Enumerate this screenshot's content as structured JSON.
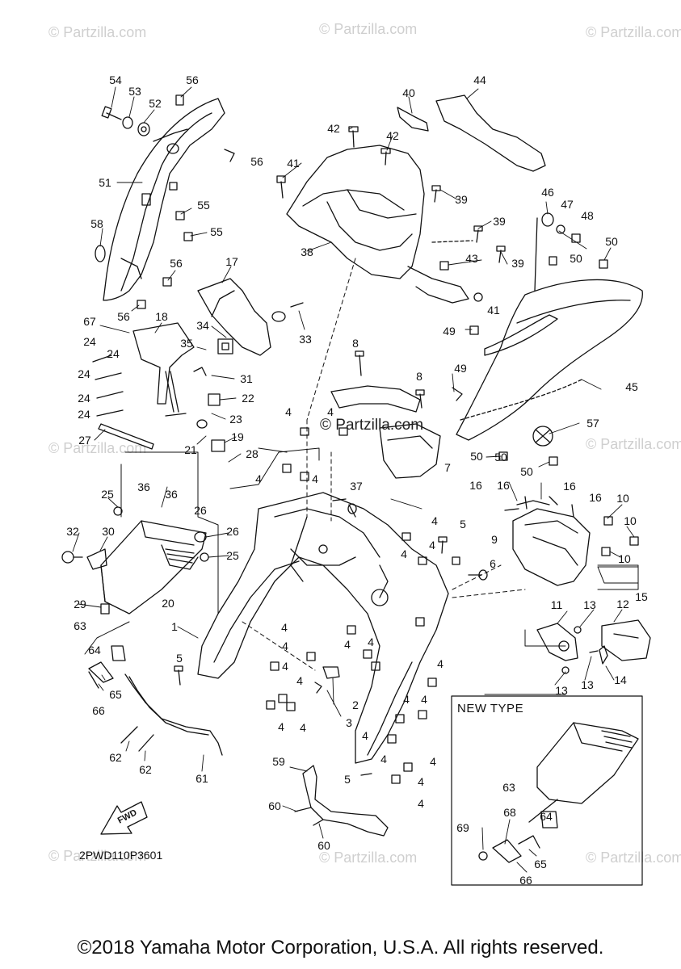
{
  "watermark_text": "© Partzilla.com",
  "center_watermark": "© Partzilla.com",
  "diagram_code": "2PWD110P3601",
  "new_type_label": "NEW TYPE",
  "fwd_label": "FWD",
  "copyright": "©2018 Yamaha Motor Corporation, U.S.A. All rights reserved.",
  "callouts": [
    "54",
    "53",
    "52",
    "56",
    "56",
    "51",
    "55",
    "55",
    "58",
    "56",
    "56",
    "67",
    "18",
    "17",
    "34",
    "35",
    "33",
    "24",
    "24",
    "24",
    "24",
    "24",
    "31",
    "22",
    "23",
    "21",
    "19",
    "28",
    "27",
    "25",
    "36",
    "36",
    "26",
    "26",
    "32",
    "30",
    "25",
    "20",
    "29",
    "63",
    "64",
    "65",
    "66",
    "62",
    "62",
    "61",
    "1",
    "5",
    "4",
    "4",
    "4",
    "4",
    "4",
    "2",
    "3",
    "40",
    "44",
    "42",
    "42",
    "41",
    "39",
    "39",
    "39",
    "38",
    "43",
    "41",
    "46",
    "47",
    "48",
    "50",
    "50",
    "50",
    "49",
    "49",
    "45",
    "57",
    "8",
    "8",
    "4",
    "4",
    "7",
    "50",
    "50",
    "16",
    "16",
    "16",
    "16",
    "10",
    "10",
    "10",
    "9",
    "15",
    "37",
    "4",
    "4",
    "4",
    "5",
    "6",
    "4",
    "4",
    "11",
    "13",
    "12",
    "13",
    "13",
    "14",
    "4",
    "4",
    "4",
    "4",
    "4",
    "4",
    "4",
    "4",
    "4",
    "59",
    "60",
    "60",
    "5",
    "4",
    "4",
    "63",
    "64",
    "68",
    "69",
    "65",
    "66"
  ]
}
